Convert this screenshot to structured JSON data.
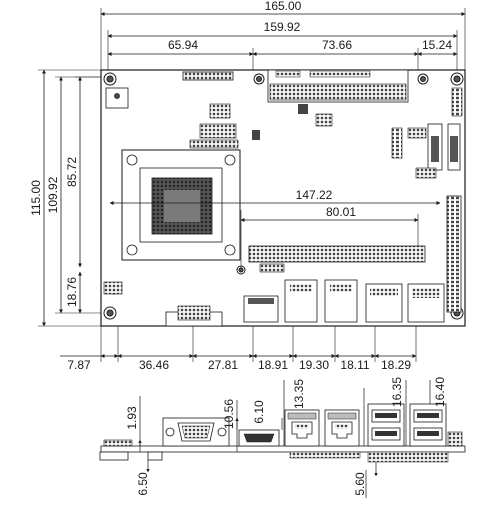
{
  "top_dimensions": {
    "overall_width": "165.00",
    "mount_span": "159.92",
    "left_segment": "65.94",
    "middle_segment": "73.66",
    "right_segment": "15.24"
  },
  "left_dimensions": {
    "overall_height": "115.00",
    "mount_span": "109.92",
    "upper_hole": "85.72",
    "lower_hole": "18.76"
  },
  "interior_dimensions": {
    "long_header": "147.22",
    "short_header": "80.01"
  },
  "bottom_dimensions": [
    "7.87",
    "36.46",
    "27.81",
    "18.91",
    "19.30",
    "18.11",
    "18.29"
  ],
  "side_view_dimensions": {
    "board_height": "1.93",
    "vga_height": "10.56",
    "hdmi_height": "6.10",
    "lan_height": "13.35",
    "usb1_height": "16.35",
    "usb2_height": "16.40",
    "board_offset": "6.50",
    "pcb_offset": "5.60"
  },
  "colors": {
    "outline": "#1a1a1a",
    "board_fill": "#f2f2f2",
    "chip_dark": "#2b2b2b",
    "port_fill": "#bdbdbd"
  }
}
